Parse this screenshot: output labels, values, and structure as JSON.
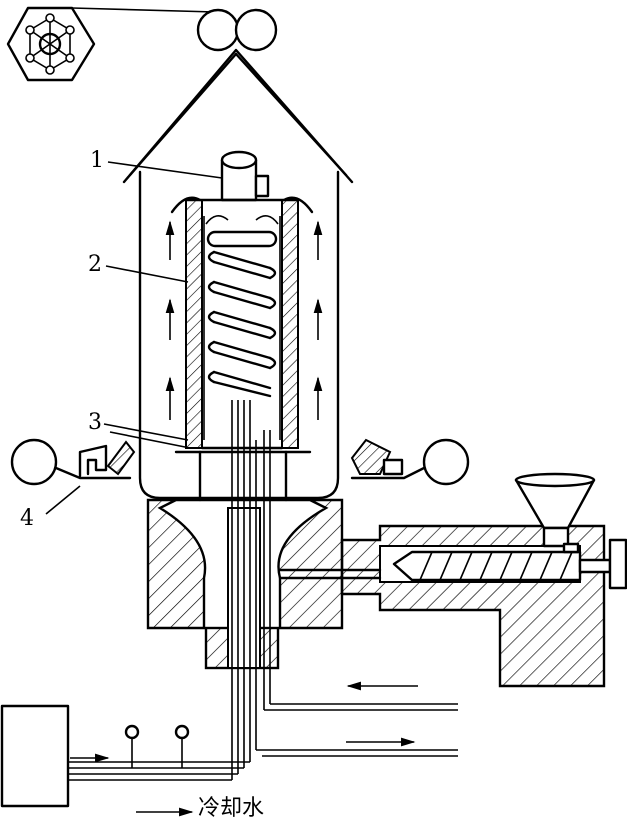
{
  "labels": {
    "l1": "1",
    "l2": "2",
    "l3": "3",
    "l4": "4"
  },
  "legend": {
    "cooling_water": "冷却水"
  }
}
